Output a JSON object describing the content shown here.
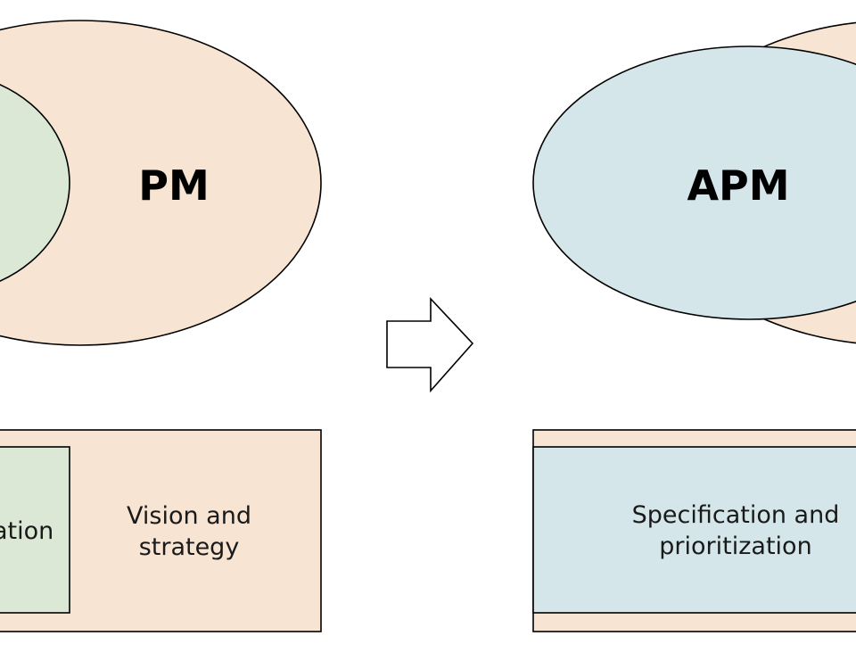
{
  "colors": {
    "peach": "#f8e4d2",
    "green": "#dbe8d5",
    "blue": "#d4e6e9",
    "stroke": "#000000"
  },
  "left": {
    "ellipse_label": "PM",
    "box_outer_label": [
      "Vision and",
      "strategy"
    ],
    "box_inner_label": "ation"
  },
  "right": {
    "ellipse_label": "APM",
    "box_label": [
      "Specification and",
      "prioritization"
    ]
  },
  "arrow": {
    "direction": "right",
    "icon": "arrow-right-icon"
  }
}
